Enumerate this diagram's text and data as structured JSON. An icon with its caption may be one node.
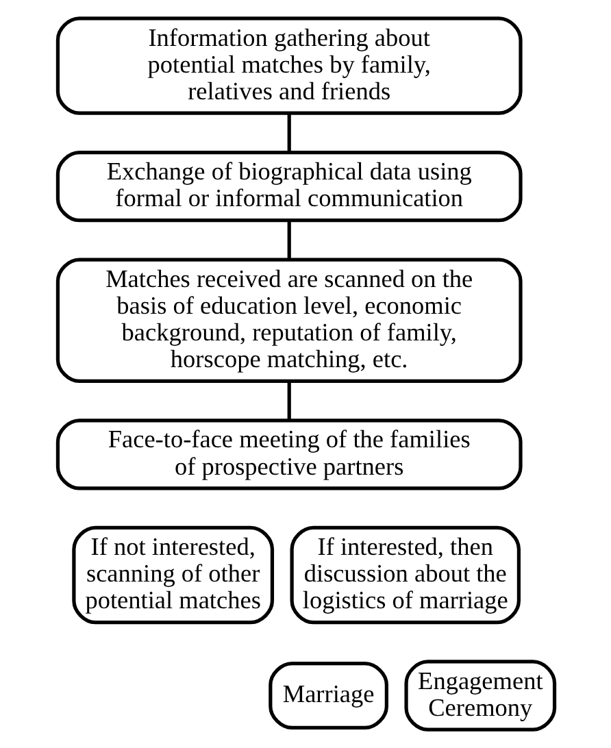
{
  "diagram": {
    "nodes": [
      {
        "text": [
          "Information gathering about potential matches by family, relatives and friends"
        ]
      },
      {
        "text": [
          "Exchange of biographical data using formal or informal communication"
        ]
      },
      {
        "text": [
          "Matches received are scanned on the basis of education level, economic background, reputation of family, horscope matching, etc."
        ]
      },
      {
        "text": [
          "Face-to-face meeting of the families of prospective partners"
        ]
      },
      {
        "text": [
          "If not interested, scanning of other potential matches"
        ]
      },
      {
        "text": [
          "If interested, then discussion about the logistics of marriage"
        ]
      },
      {
        "text": [
          "Marriage"
        ]
      },
      {
        "text": [
          "Engagement Ceremony"
        ]
      }
    ],
    "edges": [
      {
        "from": 0,
        "to": 1,
        "arrow": "none"
      },
      {
        "from": 1,
        "to": 2,
        "arrow": "none"
      },
      {
        "from": 2,
        "to": 3,
        "arrow": "none"
      }
    ]
  }
}
